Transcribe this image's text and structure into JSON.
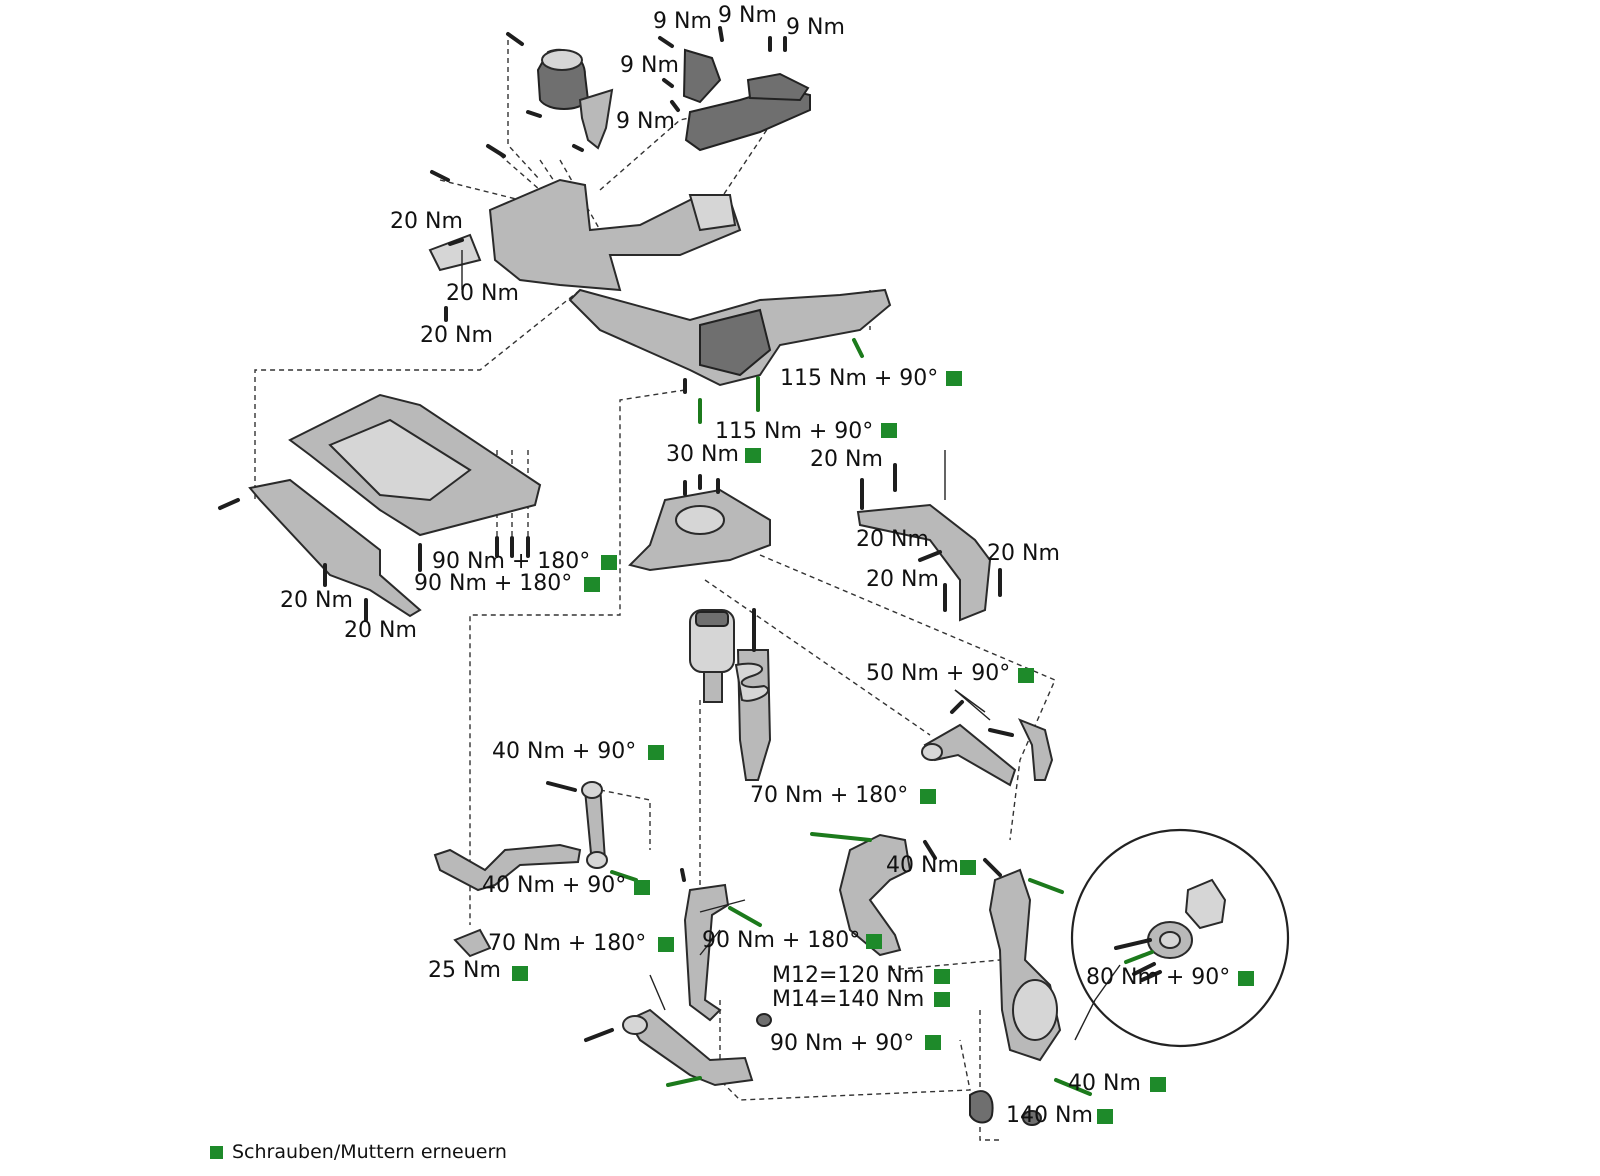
{
  "labels": [
    "9 Nm",
    "9 Nm",
    "9 Nm",
    "9 Nm",
    "9 Nm",
    "20 Nm",
    "20 Nm",
    "20 Nm",
    "115 Nm + 90°",
    "115 Nm + 90°",
    "30 Nm",
    "20 Nm",
    "20 Nm",
    "20 Nm",
    "20 Nm",
    "90 Nm + 180°",
    "90 Nm + 180°",
    "20 Nm",
    "20 Nm",
    "50 Nm + 90°",
    "40 Nm + 90°",
    "70 Nm + 180°",
    "40 Nm",
    "40 Nm + 90°",
    "70 Nm + 180°",
    "90 Nm + 180°",
    "25 Nm",
    "M12=120 Nm",
    "M14=140 Nm",
    "80 Nm + 90°",
    "90 Nm + 90°",
    "40 Nm",
    "140 Nm"
  ],
  "legend": {
    "text": "Schrauben/Muttern erneuern",
    "marker_color": "#1e8a2a"
  },
  "colors": {
    "renew_marker": "#1e8a2a",
    "part_fill": "#b9b9b9",
    "line": "#222222"
  }
}
